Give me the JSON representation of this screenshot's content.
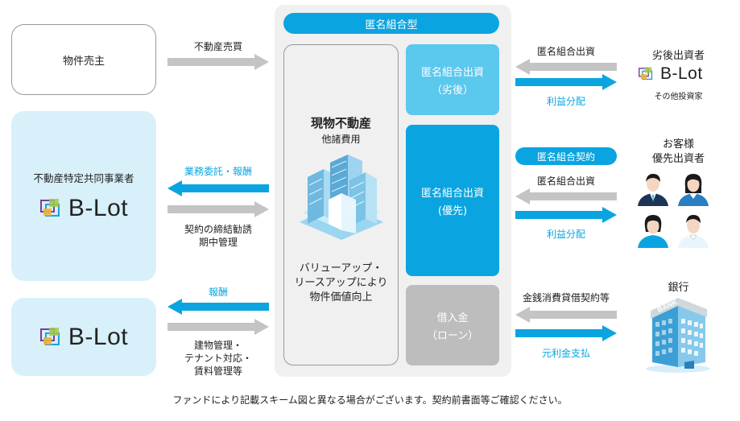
{
  "seller": {
    "label": "物件売主"
  },
  "operator": {
    "label": "不動産特定共同事業者",
    "logo": "B-Lot"
  },
  "manager": {
    "logo": "B-Lot"
  },
  "center": {
    "header": "匿名組合型",
    "property_title": "現物不動産",
    "property_sub": "他諸費用",
    "property_note_1": "バリューアップ・",
    "property_note_2": "リースアップにより",
    "property_note_3": "物件価値向上",
    "sub_title": "匿名組合出資",
    "sub_paren": "（劣後）",
    "senior_title": "匿名組合出資",
    "senior_paren": "(優先)",
    "loan_title": "借入金",
    "loan_paren": "（ローン）"
  },
  "left_arrows": {
    "purchase": "不動産売買",
    "consign": "業務委託・報酬",
    "contract_1": "契約の締結勧誘",
    "contract_2": "期中管理",
    "reward": "報酬",
    "mgmt_1": "建物管理・",
    "mgmt_2": "テナント対応・",
    "mgmt_3": "賃料管理等"
  },
  "right_arrows": {
    "sub_invest": "匿名組合出資",
    "sub_profit": "利益分配",
    "contract_badge": "匿名組合契約",
    "senior_invest": "匿名組合出資",
    "senior_profit": "利益分配",
    "loan_contract": "金銭消費貸借契約等",
    "loan_repay": "元利金支払"
  },
  "investors": {
    "sub_title": "劣後出資者",
    "sub_logo": "B-Lot",
    "sub_other": "その他投資家",
    "senior_title_1": "お客様",
    "senior_title_2": "優先出資者"
  },
  "bank": {
    "title": "銀行",
    "sign": "BANK"
  },
  "footnote": "ファンドにより記載スキーム図と異なる場合がございます。契約前書面等ご確認ください。",
  "colors": {
    "blue": "#0aa5e0",
    "light_blue": "#5bc8ee",
    "pale_blue": "#d8f0fa",
    "gray_arrow": "#c4c4c4",
    "panel_bg": "#f0f0f0",
    "loan_gray": "#bdbdbd"
  },
  "icons": [
    "building-icon",
    "person-icon",
    "bank-icon",
    "blot-logo-icon"
  ]
}
